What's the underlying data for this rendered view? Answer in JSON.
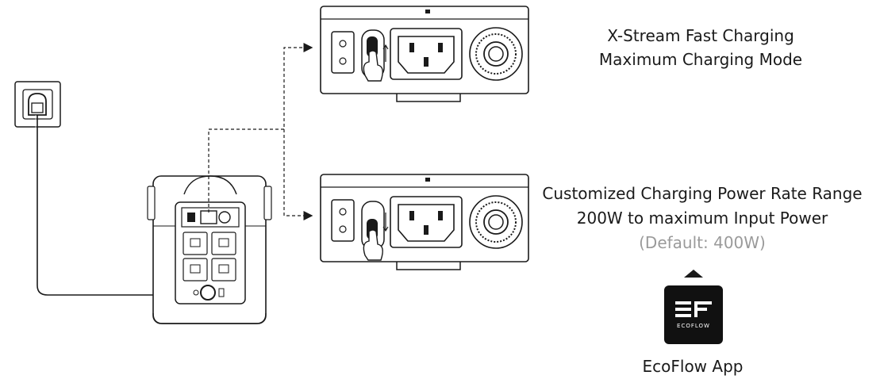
{
  "modes": {
    "xstream": {
      "line1": "X-Stream Fast Charging",
      "line2": "Maximum Charging Mode"
    },
    "custom": {
      "line1": "Customized Charging Power Rate Range",
      "line2": "200W to maximum Input Power",
      "line3": "(Default: 400W)"
    }
  },
  "app": {
    "name": "EcoFlow App",
    "logo_text": "ECOFLOW",
    "icon": "ecoflow-logo-icon"
  },
  "colors": {
    "line": "#1a1a1a",
    "muted": "#9a9a9a",
    "app_bg": "#111111"
  }
}
